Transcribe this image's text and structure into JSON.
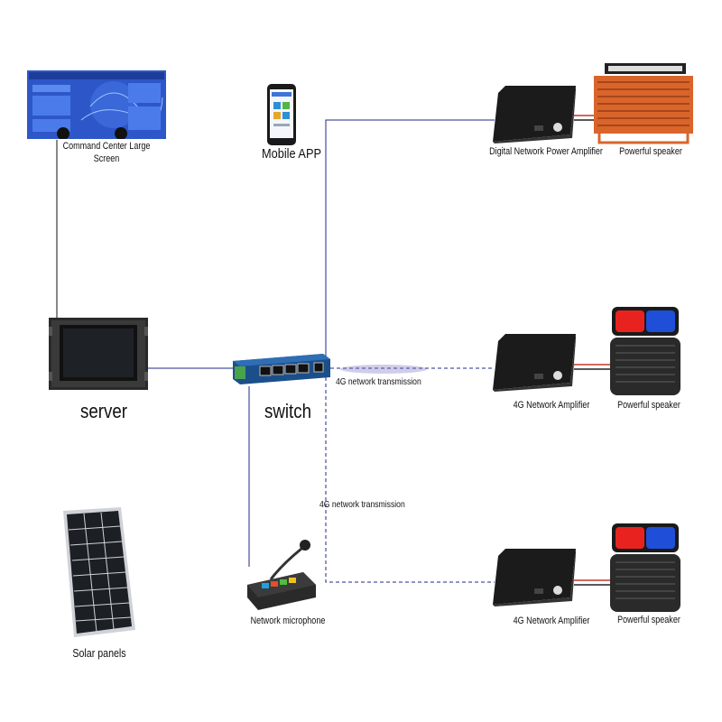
{
  "colors": {
    "line": "#1f2a8a",
    "line_black": "#111111",
    "dashed": "#1f2a8a",
    "amp": "#1b1b1b",
    "speaker_orange": "#d9652b",
    "speaker_black": "#2a2a2a",
    "light_red": "#e8231f",
    "light_blue": "#1f4fd8",
    "screen_blue": "#2d57c8",
    "switch_blue": "#1b4f8a",
    "switch_green": "#49a34a"
  },
  "nodes": {
    "command_center": {
      "label": "Command Center Large\nScreen",
      "icon": "large-screen-icon"
    },
    "mobile_app": {
      "label": "Mobile APP",
      "icon": "smartphone-icon"
    },
    "server": {
      "label": "server",
      "icon": "rack-server-monitor-icon"
    },
    "switch": {
      "label": "switch",
      "icon": "network-switch-icon"
    },
    "solar": {
      "label": "Solar panels",
      "icon": "solar-panel-icon"
    },
    "microphone": {
      "label": "Network microphone",
      "icon": "desk-microphone-icon"
    },
    "amp1": {
      "label": "Digital Network Power Amplifier",
      "icon": "amplifier-icon"
    },
    "speaker1": {
      "label": "Powerful speaker",
      "icon": "orange-speaker-icon"
    },
    "amp2": {
      "label": "4G Network Amplifier",
      "icon": "amplifier-icon"
    },
    "speaker2": {
      "label": "Powerful speaker",
      "icon": "speaker-with-lights-icon"
    },
    "amp3": {
      "label": "4G Network Amplifier",
      "icon": "amplifier-icon"
    },
    "speaker3": {
      "label": "Powerful speaker",
      "icon": "speaker-with-lights-icon"
    }
  },
  "connections": {
    "upper_4g": "4G network transmission",
    "lower_4g": "4G network transmission"
  }
}
